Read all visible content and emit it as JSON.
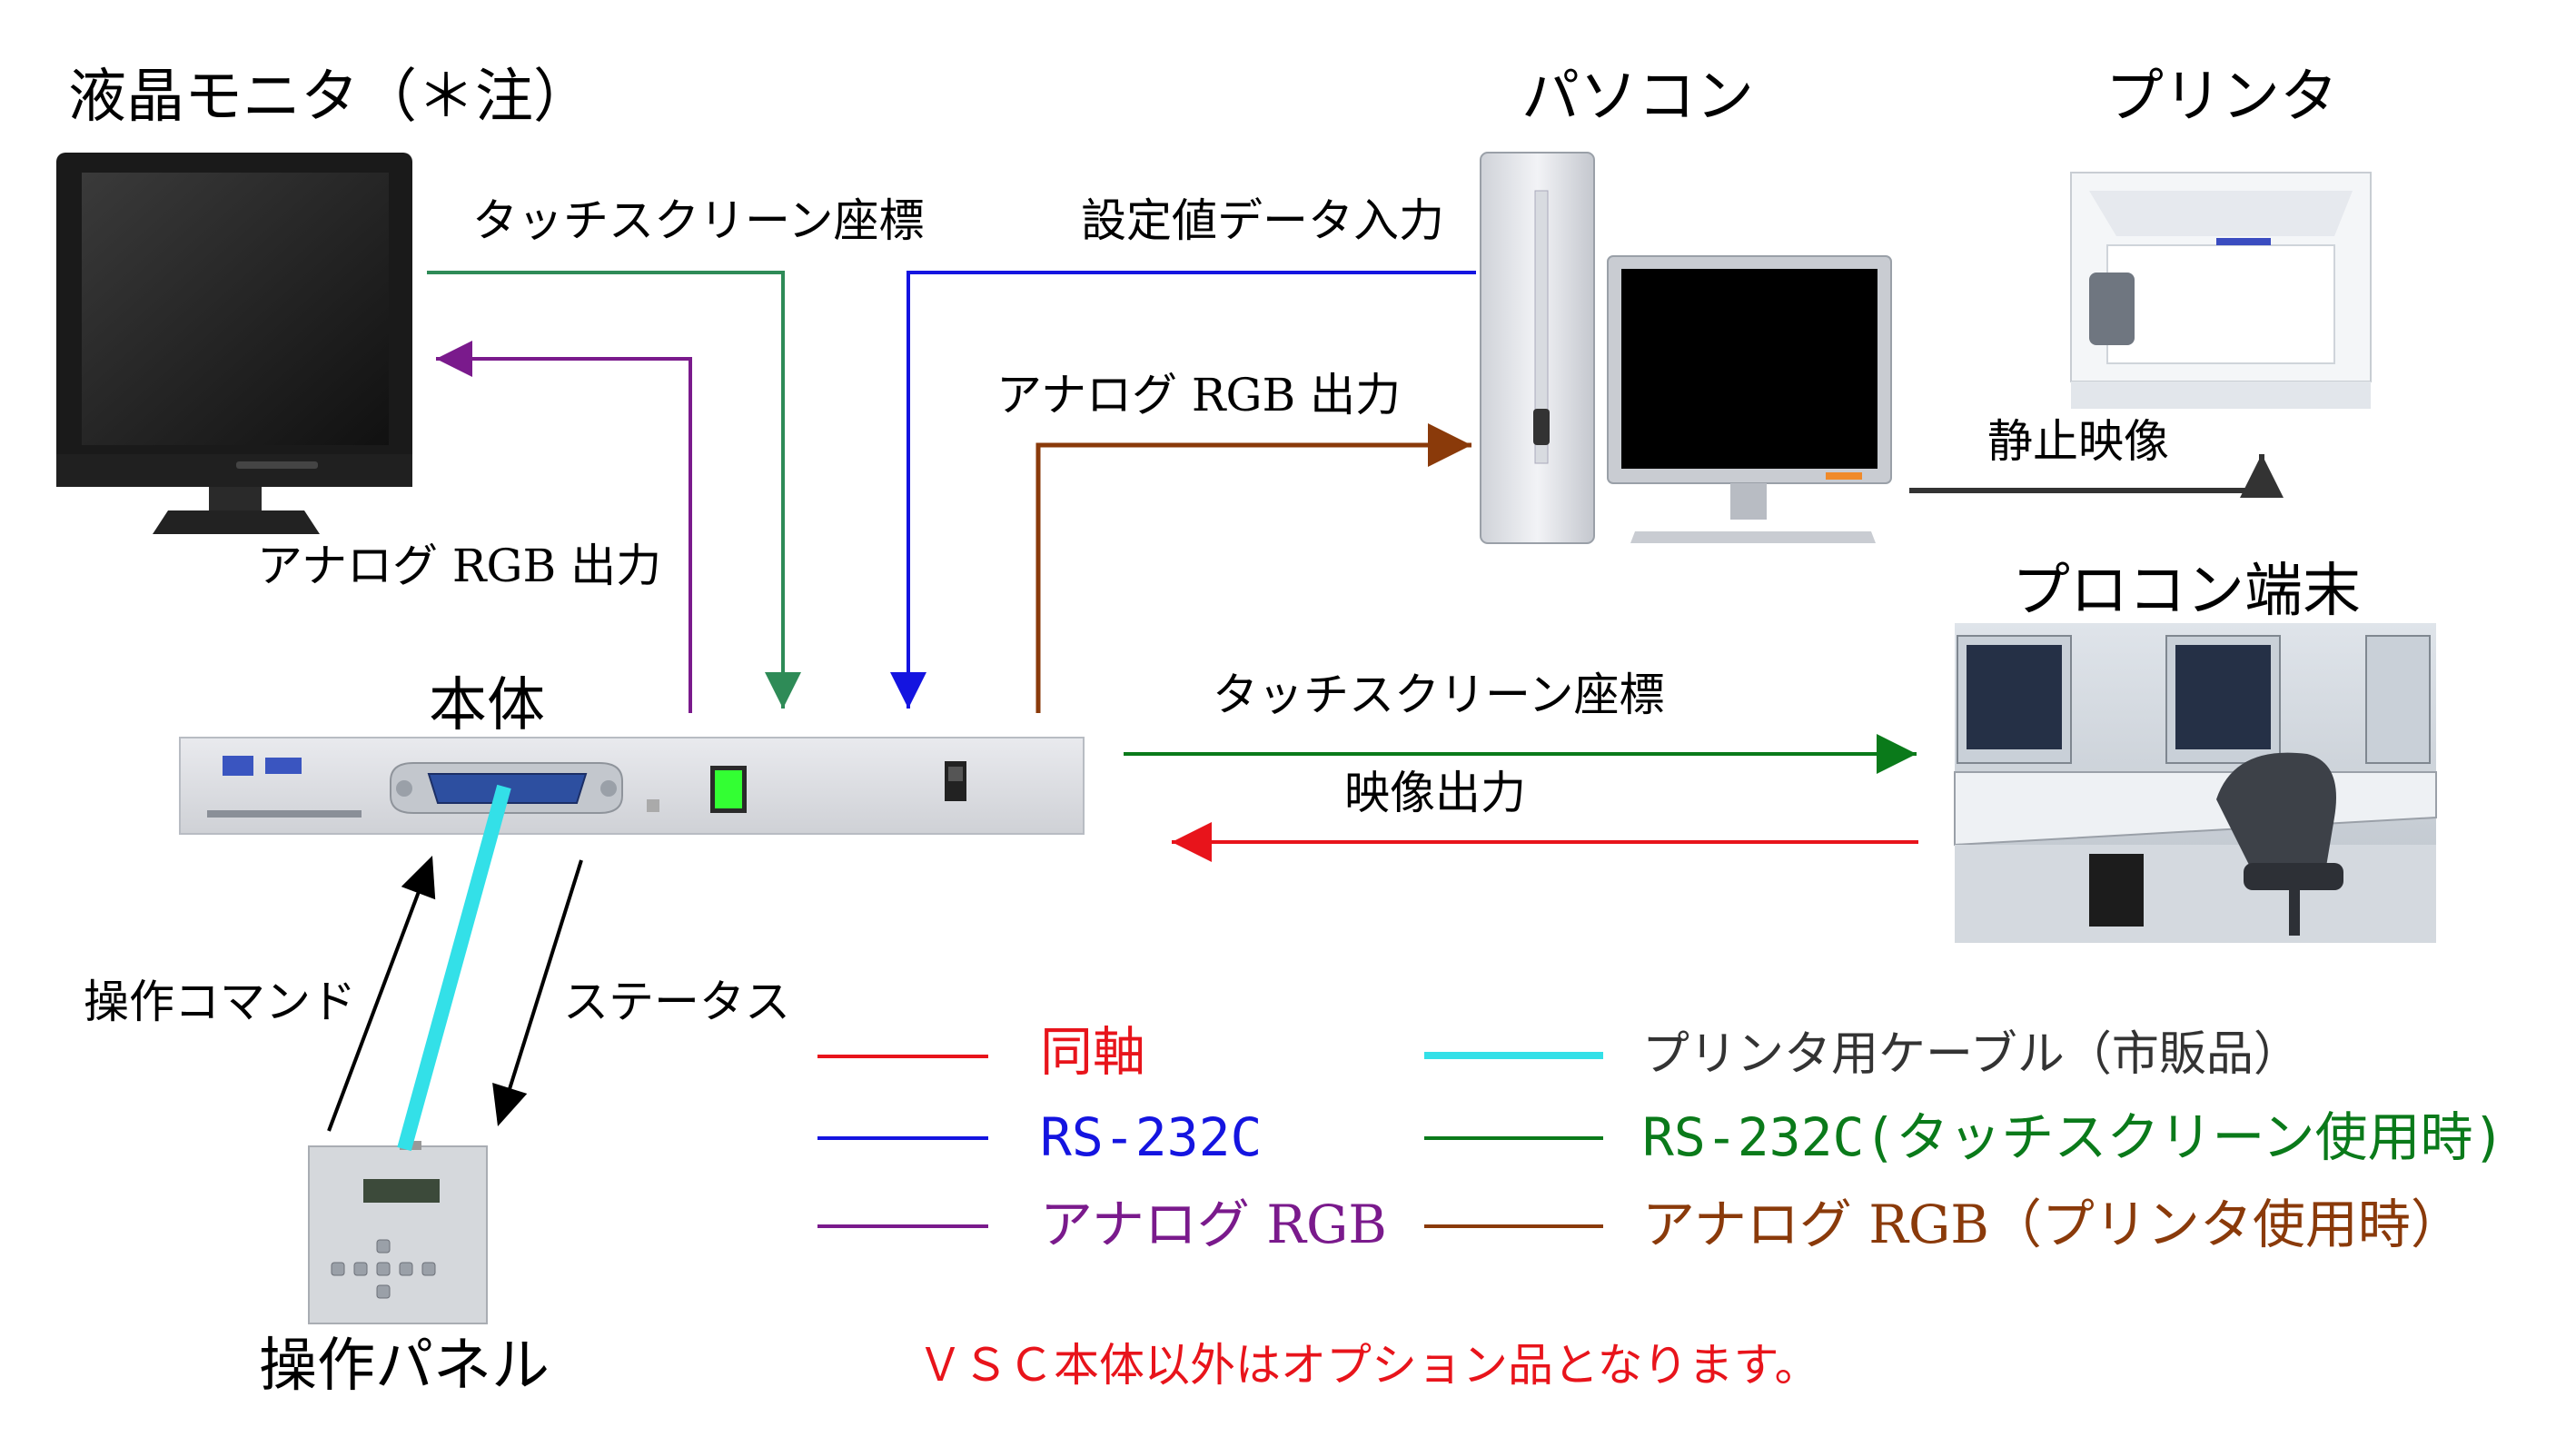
{
  "labels": {
    "lcd_monitor": "液晶モニタ（＊注）",
    "pc": "パソコン",
    "printer": "プリンタ",
    "procon": "プロコン端末",
    "main_unit": "本体",
    "control_panel": "操作パネル",
    "touch_coords_top": "タッチスクリーン座標",
    "setting_data_input": "設定値データ入力",
    "analog_rgb_out_pc": "アナログ RGB 出力",
    "analog_rgb_out_monitor": "アナログ RGB 出力",
    "still_image": "静止映像",
    "touch_coords_right": "タッチスクリーン座標",
    "video_out": "映像出力",
    "operation_command": "操作コマンド",
    "status": "ステータス"
  },
  "legend": [
    {
      "label": "同軸",
      "color": "#e8141b"
    },
    {
      "label": "RS-232C",
      "color": "#1414e0"
    },
    {
      "label": "アナログ RGB",
      "color": "#7a1a8c"
    },
    {
      "label": "プリンタ用ケーブル（市販品）",
      "color": "#33e0e8",
      "text_color": "#333333"
    },
    {
      "label": "RS-232C(タッチスクリーン使用時)",
      "color": "#0a7a1a"
    },
    {
      "label": "アナログ RGB（プリンタ使用時）",
      "color": "#8a3a0a"
    }
  ],
  "note": "ＶＳＣ本体以外はオプション品となります。",
  "colors": {
    "coax": "#e8141b",
    "rs232": "#1414e0",
    "analog": "#7a1a8c",
    "printer_cable": "#33e0e8",
    "touch": "#0a7a1a",
    "touch_top": "#2e8b57",
    "analog_printer": "#8a3a0a",
    "still": "#333333",
    "control": "#000000"
  },
  "icons": {
    "monitor": "lcd-monitor-icon",
    "pc": "desktop-pc-icon",
    "printer": "laser-printer-icon",
    "procon": "control-room-console-icon",
    "unit": "rack-unit-icon",
    "panel": "control-panel-icon"
  }
}
